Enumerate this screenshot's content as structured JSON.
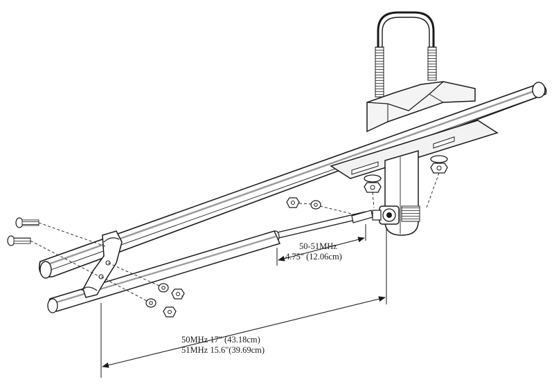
{
  "dimensions": {
    "short_element": {
      "band": "50-51MHz",
      "length": "4.75\" (12.06cm)"
    },
    "long_element": {
      "line_50": "50MHz 17\" (43.18cm)",
      "line_51": "51MHz 15.6\"(39.69cm)"
    }
  },
  "colors": {
    "ink": "#1a1a1a",
    "shade": "#9a9a9a",
    "background": "#ffffff"
  }
}
